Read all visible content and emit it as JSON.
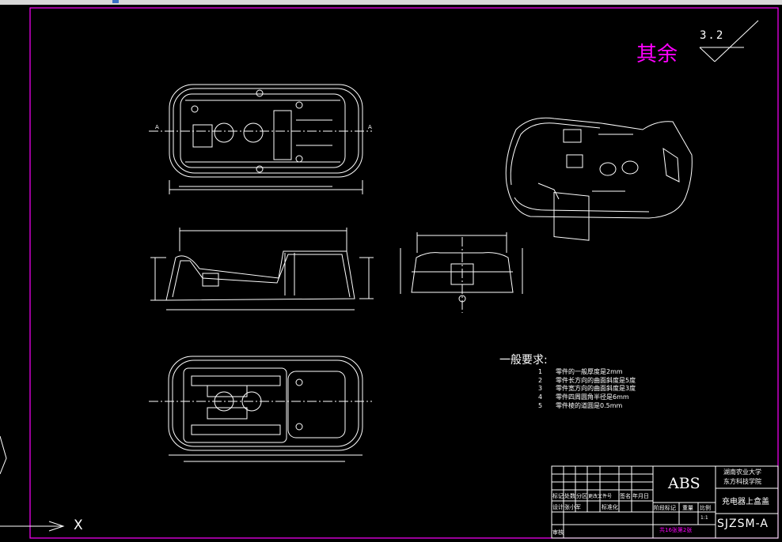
{
  "colors": {
    "background": "#000000",
    "lines": "#ffffff",
    "border": "#ff00ff",
    "roughness_text": "#ff00ff"
  },
  "roughness": {
    "label": "其余",
    "value": "3.2"
  },
  "requirements": {
    "title": "一般要求:",
    "items": [
      {
        "num": "1",
        "text": "零件的一般厚度是2mm"
      },
      {
        "num": "2",
        "text": "零件长方向的曲面斜度是5度"
      },
      {
        "num": "3",
        "text": "零件宽方向的曲面斜度是3度"
      },
      {
        "num": "4",
        "text": "零件四周圆角半径是6mm"
      },
      {
        "num": "5",
        "text": "零件棱的道圆是0.5mm"
      }
    ]
  },
  "title_block": {
    "material": "ABS",
    "school_line1": "湖南农业大学",
    "school_line2": "东方科技学院",
    "part_name": "充电器上盒盖",
    "drawing_number": "SJZSM-A",
    "sheet_info": "共16张第2张",
    "scale": "1:1",
    "headers": [
      "标记",
      "处数",
      "分区",
      "更改文件号",
      "签名",
      "年月日"
    ],
    "row_labels": [
      "设计",
      "审核"
    ],
    "designer": "张小军",
    "standardize": "标准化",
    "stage_mark": "阶段标记",
    "weight": "重量",
    "scale_label": "比例"
  },
  "section_marker": "A",
  "axis_label": "X"
}
